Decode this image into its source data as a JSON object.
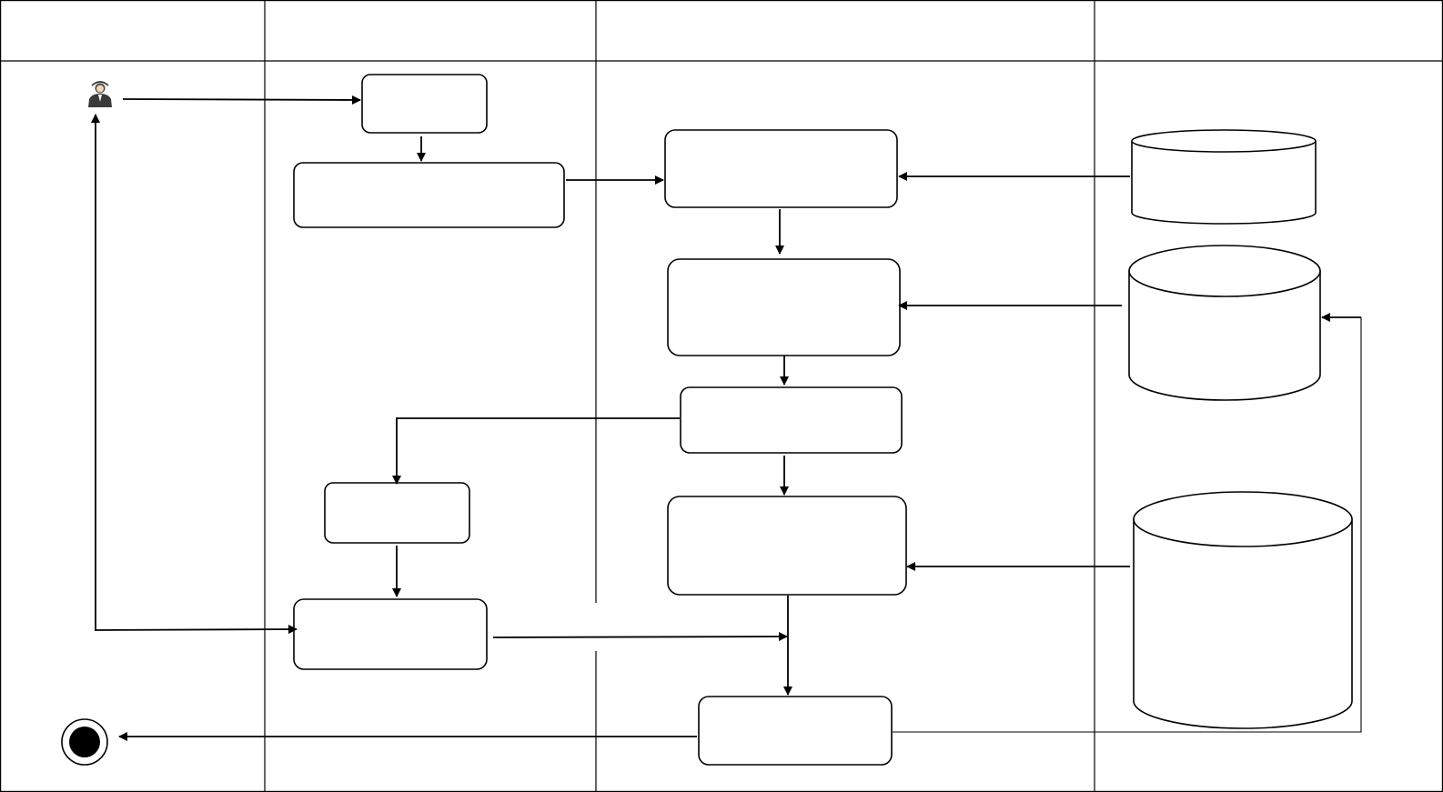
{
  "diagram": {
    "type": "uml-activity-swimlane",
    "lanes": [
      {
        "id": "lane-1",
        "title": ""
      },
      {
        "id": "lane-2",
        "title": ""
      },
      {
        "id": "lane-3",
        "title": ""
      },
      {
        "id": "lane-4",
        "title": ""
      }
    ],
    "nodes": [
      {
        "id": "actor",
        "kind": "actor-icon",
        "label": ""
      },
      {
        "id": "a1",
        "kind": "activity",
        "label": ""
      },
      {
        "id": "a2",
        "kind": "activity",
        "label": ""
      },
      {
        "id": "a3",
        "kind": "activity",
        "label": ""
      },
      {
        "id": "a4",
        "kind": "activity",
        "label": ""
      },
      {
        "id": "a5",
        "kind": "activity",
        "label": ""
      },
      {
        "id": "a6",
        "kind": "activity",
        "label": ""
      },
      {
        "id": "a7",
        "kind": "activity",
        "label": ""
      },
      {
        "id": "a8",
        "kind": "activity",
        "label": ""
      },
      {
        "id": "a9",
        "kind": "activity",
        "label": ""
      },
      {
        "id": "db1",
        "kind": "datastore",
        "label": ""
      },
      {
        "id": "db2",
        "kind": "datastore",
        "label": ""
      },
      {
        "id": "db3",
        "kind": "datastore",
        "label": ""
      },
      {
        "id": "end",
        "kind": "final-node",
        "label": ""
      }
    ],
    "edges": [
      {
        "from": "actor",
        "to": "a1"
      },
      {
        "from": "a1",
        "to": "a2"
      },
      {
        "from": "a2",
        "to": "a3"
      },
      {
        "from": "db1",
        "to": "a3"
      },
      {
        "from": "a3",
        "to": "a4"
      },
      {
        "from": "db2",
        "to": "a4"
      },
      {
        "from": "a4",
        "to": "a5"
      },
      {
        "from": "a5",
        "to": "a6"
      },
      {
        "from": "a5",
        "to": "a7"
      },
      {
        "from": "a7",
        "to": "a8"
      },
      {
        "from": "db3",
        "to": "a8"
      },
      {
        "from": "a6",
        "to": "a9"
      },
      {
        "from": "a8",
        "to": "a9"
      },
      {
        "from": "a9",
        "to": "a10"
      },
      {
        "from": "a10",
        "to": "actor"
      },
      {
        "from": "a9",
        "to": "end"
      },
      {
        "from": "a9",
        "to": "db2"
      }
    ]
  },
  "colors": {
    "stroke": "#000000",
    "background": "#ffffff"
  }
}
